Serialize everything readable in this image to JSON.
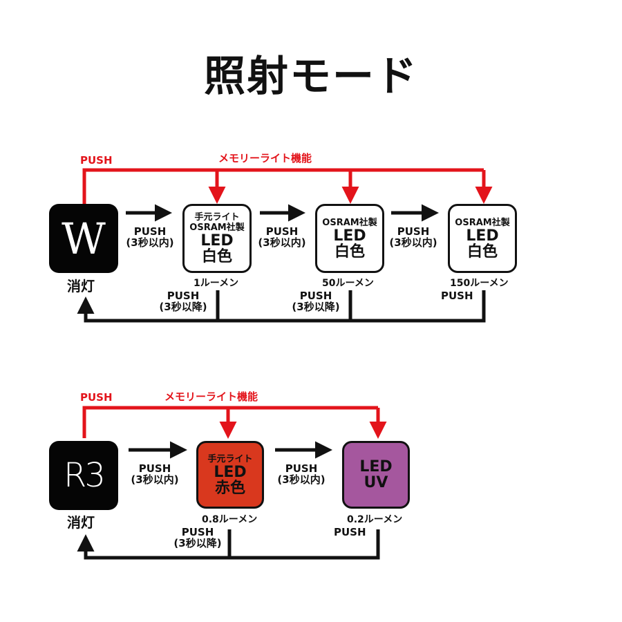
{
  "title": "照射モード",
  "common": {
    "push": "PUSH",
    "push_short": "(3秒以内)",
    "push_long": "(3秒以降)",
    "memory": "メモリーライト機能",
    "off": "消灯"
  },
  "top": {
    "mode_letter": "W",
    "boxes": [
      {
        "line1": "手元ライト",
        "line2": "OSRAM社製",
        "line3": "LED",
        "line4": "白色",
        "lumen": "1ルーメン"
      },
      {
        "line1": "OSRAM社製",
        "line3": "LED",
        "line4": "白色",
        "lumen": "50ルーメン"
      },
      {
        "line1": "OSRAM社製",
        "line3": "LED",
        "line4": "白色",
        "lumen": "150ルーメン"
      }
    ]
  },
  "bottom": {
    "mode_letter": "R3",
    "boxes": [
      {
        "line1": "手元ライト",
        "line3": "LED",
        "line4": "赤色",
        "lumen": "0.8ルーメン",
        "color": "#d9381e"
      },
      {
        "line3": "LED",
        "line4": "UV",
        "lumen": "0.2ルーメン",
        "color": "#a5579e"
      }
    ]
  },
  "colors": {
    "accent_red": "#e3141b",
    "black": "#111111"
  }
}
